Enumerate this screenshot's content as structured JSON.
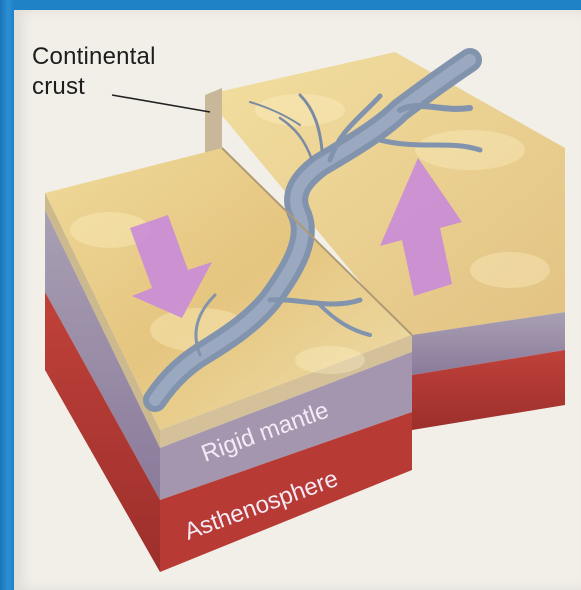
{
  "labels": {
    "continental_crust_line1": "Continental",
    "continental_crust_line2": "crust",
    "rigid_mantle": "Rigid mantle",
    "asthenosphere": "Asthenosphere"
  },
  "colors": {
    "frame_blue": "#1f82c7",
    "crust_surface": "#e9cd8e",
    "crust_highlight": "#f6e7a9",
    "river": "#8c9cb4",
    "mantle": "#9a86a7",
    "mantle_dark": "#7f6f8f",
    "asthenosphere": "#b73a35",
    "asthenosphere_dark": "#8e2a27",
    "arrow": "#c98bd8"
  },
  "icons": [
    "arrow-down-icon",
    "arrow-up-icon"
  ]
}
